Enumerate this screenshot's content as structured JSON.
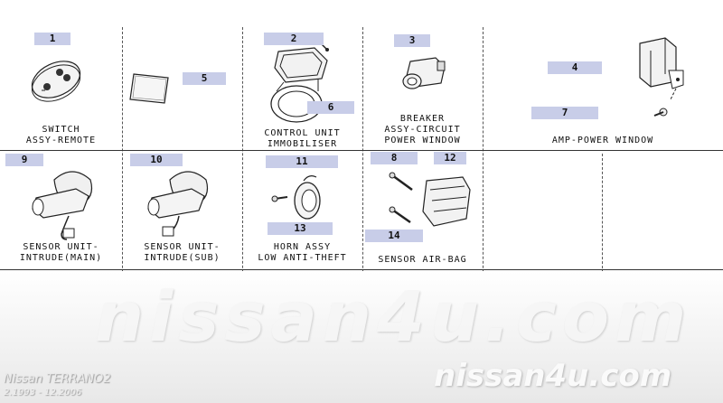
{
  "parts": [
    {
      "no": "1",
      "caption": "SWITCH\nASSY-REMOTE"
    },
    {
      "no": "2",
      "caption": "CONTROL UNIT\nIMMOBILISER"
    },
    {
      "no": "3",
      "caption": "BREAKER\nASSY-CIRCUIT\nPOWER WINDOW"
    },
    {
      "no": "4",
      "caption": "AMP-POWER WINDOW"
    },
    {
      "no": "5",
      "caption": ""
    },
    {
      "no": "6",
      "caption": ""
    },
    {
      "no": "7",
      "caption": ""
    },
    {
      "no": "9",
      "caption": "SENSOR UNIT-\nINTRUDE(MAIN)"
    },
    {
      "no": "10",
      "caption": "SENSOR UNIT-\nINTRUDE(SUB)"
    },
    {
      "no": "11",
      "caption": "HORN ASSY\nLOW ANTI-THEFT"
    },
    {
      "no": "12",
      "caption": "SENSOR AIR-BAG"
    },
    {
      "no": "13",
      "caption": ""
    },
    {
      "no": "14",
      "caption": ""
    },
    {
      "no": "8",
      "caption": ""
    }
  ],
  "watermark": {
    "big": "nissan4u.com",
    "small": "nissan4u.com"
  },
  "model": {
    "name": "Nissan TERRANO2",
    "years": "2.1993 - 12.2006"
  }
}
